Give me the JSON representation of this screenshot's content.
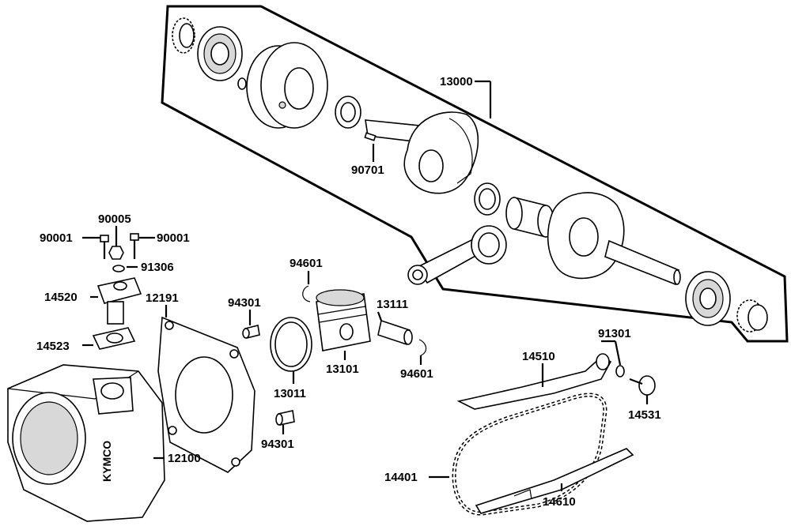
{
  "colors": {
    "ink": "#000000",
    "paper": "#ffffff",
    "shade": "#d8d8d8"
  },
  "labels": {
    "p13000": "13000",
    "p90701": "90701",
    "p90005": "90005",
    "p90001_left": "90001",
    "p90001_right": "90001",
    "p91306": "91306",
    "p14520": "14520",
    "p14523": "14523",
    "p12191": "12191",
    "p94301_top": "94301",
    "p94601_top": "94601",
    "p13111": "13111",
    "p13011": "13011",
    "p13101": "13101",
    "p94601_bottom": "94601",
    "p94301_bottom": "94301",
    "p12100": "12100",
    "p14510": "14510",
    "p91301": "91301",
    "p14531": "14531",
    "p14401": "14401",
    "p14610": "14610"
  },
  "cylinder_logo": "KYMCO"
}
